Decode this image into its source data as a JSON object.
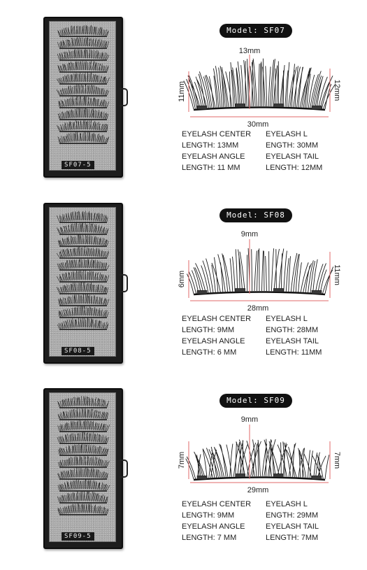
{
  "products": [
    {
      "case_label": "SF07-5",
      "model_label": "Model: SF07",
      "center_dim": "13mm",
      "length_dim": "30mm",
      "angle_dim": "11mm",
      "tail_dim": "12mm",
      "spec_left": [
        "EYELASH CENTER",
        "LENGTH: 13MM",
        "EYELASH ANGLE",
        "LENGTH: 11 MM"
      ],
      "spec_right": [
        "EYELASH L",
        "ENGTH: 30MM",
        "EYELASH TAIL",
        "LENGTH: 12MM"
      ]
    },
    {
      "case_label": "SF08-5",
      "model_label": "Model: SF08",
      "center_dim": "9mm",
      "length_dim": "28mm",
      "angle_dim": "6mm",
      "tail_dim": "11mm",
      "spec_left": [
        "EYELASH CENTER",
        "LENGTH: 9MM",
        "EYELASH ANGLE",
        "LENGTH: 6 MM"
      ],
      "spec_right": [
        "EYELASH L",
        "ENGTH: 28MM",
        "EYELASH TAIL",
        "LENGTH: 11MM"
      ]
    },
    {
      "case_label": "SF09-5",
      "model_label": "Model: SF09",
      "center_dim": "9mm",
      "length_dim": "29mm",
      "angle_dim": "7mm",
      "tail_dim": "7mm",
      "spec_left": [
        "EYELASH CENTER",
        "LENGTH: 9MM",
        "EYELASH ANGLE",
        "LENGTH: 7 MM"
      ],
      "spec_right": [
        "EYELASH L",
        "ENGTH: 29MM",
        "EYELASH TAIL",
        "LENGTH: 7MM"
      ]
    }
  ],
  "colors": {
    "dimension_line": "#e06a6a",
    "case": "#1d1d1d",
    "badge": "#111111"
  }
}
